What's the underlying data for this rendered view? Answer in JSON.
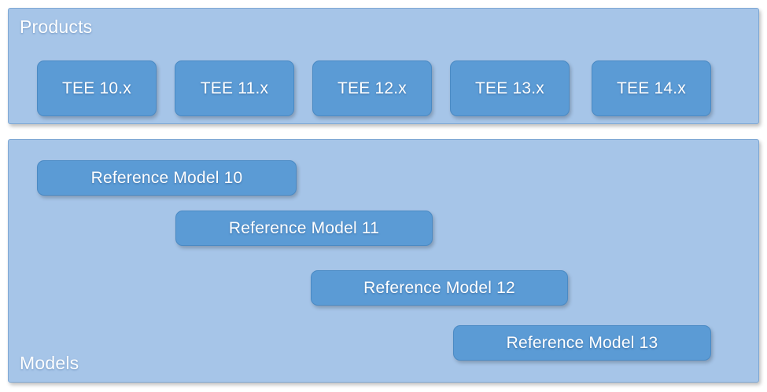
{
  "diagram": {
    "title_products": "Products",
    "title_models": "Models",
    "colors": {
      "group_background": "#a6c5e8",
      "group_border": "#7fa8d4",
      "chip_background": "#5b9bd5",
      "chip_border": "#4a8ac4",
      "text": "#ffffff",
      "page_background": "#ffffff"
    },
    "products": {
      "label": "Products",
      "items": [
        {
          "label": "TEE 10.x"
        },
        {
          "label": "TEE 11.x"
        },
        {
          "label": "TEE 12.x"
        },
        {
          "label": "TEE 13.x"
        },
        {
          "label": "TEE 14.x"
        }
      ]
    },
    "models": {
      "label": "Models",
      "items": [
        {
          "label": "Reference Model 10"
        },
        {
          "label": "Reference Model 11"
        },
        {
          "label": "Reference Model 12"
        },
        {
          "label": "Reference Model 13"
        }
      ]
    }
  }
}
